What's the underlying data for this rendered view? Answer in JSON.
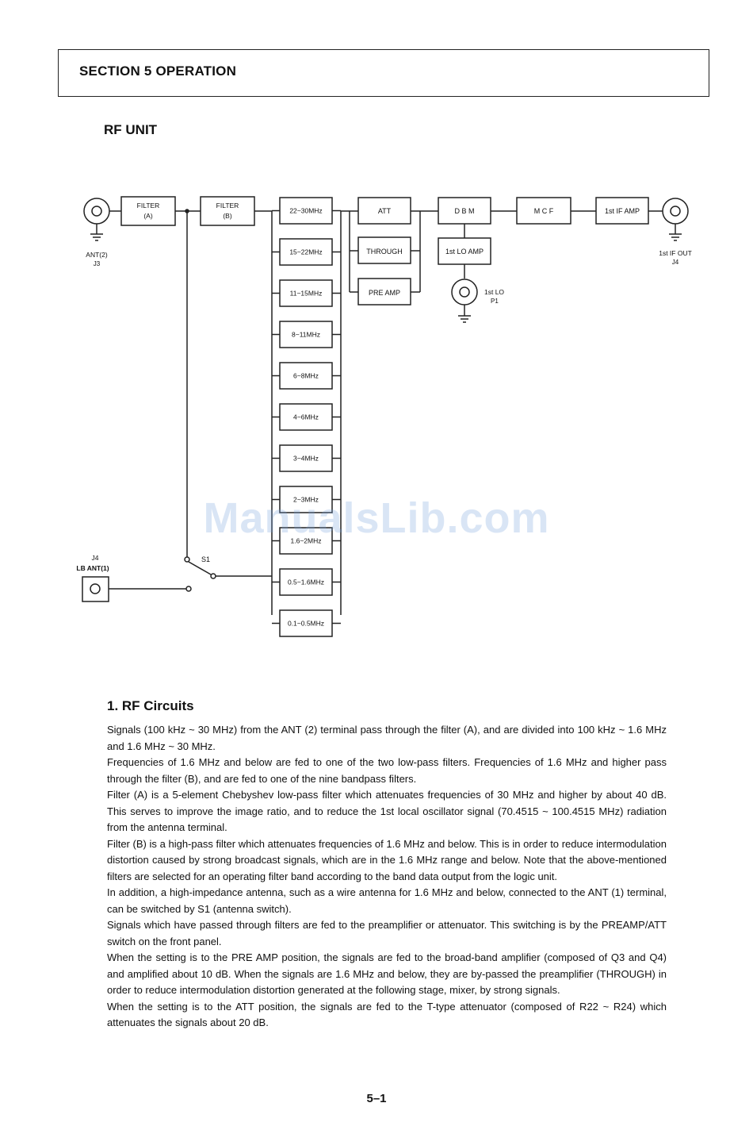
{
  "header": {
    "title": "SECTION 5  OPERATION"
  },
  "subtitle": "RF UNIT",
  "diagram": {
    "blocks": {
      "filter_a": [
        "FILTER",
        "(A)"
      ],
      "filter_b": [
        "FILTER",
        "(B)"
      ],
      "att": "ATT",
      "through": "THROUGH",
      "pre_amp": "PRE AMP",
      "dbm": "D B M",
      "lo_amp": "1st LO AMP",
      "mcf": "M C F",
      "if_amp": "1st IF AMP"
    },
    "bandpass": [
      "22~30MHz",
      "15~22MHz",
      "11~15MHz",
      "8~11MHz",
      "6~8MHz",
      "4~6MHz",
      "3~4MHz",
      "2~3MHz",
      "1.6~2MHz",
      "0.5~1.6MHz",
      "0.1~0.5MHz"
    ],
    "labels": {
      "ant2": "ANT(2)",
      "j3": "J3",
      "if_out": "1st IF OUT",
      "j4_out": "J4",
      "lo": "1st LO",
      "p1": "P1",
      "j4_lb": "J4",
      "lb_ant": "LB ANT(1)",
      "s1": "S1"
    }
  },
  "watermark": "ManualsLib.com",
  "section": {
    "title": "1.   RF Circuits",
    "paragraphs": [
      "Signals (100 kHz ~ 30 MHz) from the ANT (2) terminal pass through the filter (A), and are divided into 100 kHz ~ 1.6 MHz and 1.6 MHz ~ 30 MHz.",
      "Frequencies of 1.6 MHz and below are fed to one of the two low-pass filters. Frequencies of 1.6 MHz and higher pass through the filter (B), and are fed to one of the nine bandpass filters.",
      "Filter (A) is a 5-element Chebyshev low-pass filter which attenuates frequencies of 30 MHz and higher by about 40 dB. This serves to improve the image ratio, and to reduce the 1st local oscillator signal (70.4515 ~ 100.4515 MHz) radiation from the antenna terminal.",
      "Filter (B) is a high-pass filter which attenuates frequencies of 1.6 MHz and below. This is in order to reduce intermodulation distortion caused by strong broadcast signals, which are in the 1.6 MHz range and below. Note that the above-mentioned filters are selected for an operating filter band according to the band data output from the logic unit.",
      "In addition, a high-impedance antenna, such as a wire antenna for 1.6 MHz and below, connected to the ANT (1) terminal, can be switched by S1 (antenna switch).",
      "Signals which have passed through filters are fed to the preamplifier or attenuator. This switching is by the PREAMP/ATT switch on the front panel.",
      "When the setting is to the PRE AMP position, the signals are fed to the broad-band amplifier (composed of Q3 and Q4) and amplified about 10 dB. When the signals are 1.6 MHz and below, they are by-passed the preamplifier (THROUGH) in order to reduce intermodulation distortion generated at the following stage, mixer, by strong signals.",
      "When the setting is to the ATT position, the signals are fed to the T-type attenuator (composed of R22 ~ R24) which attenuates the signals about 20 dB."
    ]
  },
  "page_number": "5–1"
}
